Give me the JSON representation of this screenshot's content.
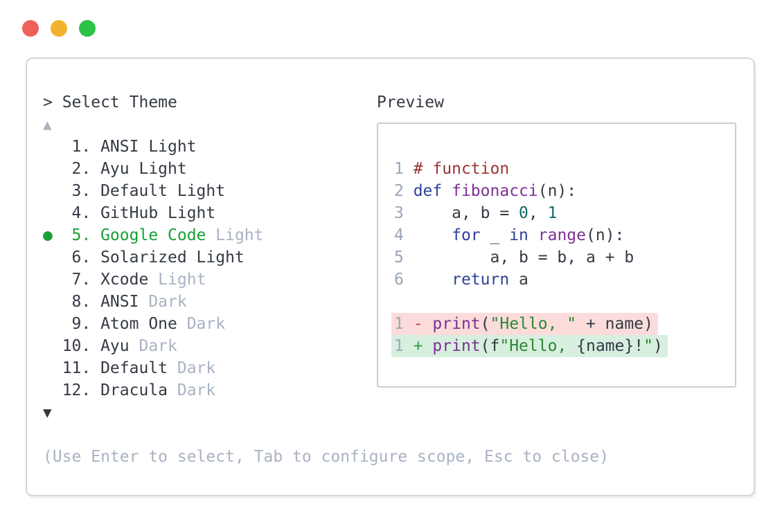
{
  "colors": {
    "traffic_red": "#f15f5b",
    "traffic_yellow": "#f2b22e",
    "traffic_green": "#2cc245",
    "window_border": "#d2d6de",
    "preview_border": "#c9ced6",
    "text_dark": "#343a44",
    "text_dim": "#a9b2c3",
    "line_number": "#9aa5ba",
    "selected_green": "#18a034",
    "syntax_keyword": "#2e4198",
    "syntax_function": "#7d3094",
    "syntax_comment": "#9c3434",
    "syntax_number": "#0f6b6b",
    "syntax_string": "#2d8535",
    "diff_minus": "#c43d38",
    "diff_plus": "#2f9e44",
    "diff_minus_bg": "#fbdcda",
    "diff_plus_bg": "#d7efde"
  },
  "picker": {
    "title": "> Select Theme",
    "scroll_up_icon": "▲",
    "scroll_down_icon": "▼",
    "items": [
      {
        "marker": "",
        "num": " 1. ",
        "base": "ANSI Light",
        "suffix": ""
      },
      {
        "marker": "",
        "num": " 2. ",
        "base": "Ayu Light",
        "suffix": ""
      },
      {
        "marker": "",
        "num": " 3. ",
        "base": "Default Light",
        "suffix": ""
      },
      {
        "marker": "",
        "num": " 4. ",
        "base": "GitHub Light",
        "suffix": ""
      },
      {
        "marker": "●",
        "num": " 5. ",
        "base": "Google Code",
        "suffix": " Light",
        "selected": true
      },
      {
        "marker": "",
        "num": " 6. ",
        "base": "Solarized Light",
        "suffix": ""
      },
      {
        "marker": "",
        "num": " 7. ",
        "base": "Xcode",
        "suffix": " Light"
      },
      {
        "marker": "",
        "num": " 8. ",
        "base": "ANSI",
        "suffix": " Dark"
      },
      {
        "marker": "",
        "num": " 9. ",
        "base": "Atom One",
        "suffix": " Dark"
      },
      {
        "marker": "",
        "num": "10. ",
        "base": "Ayu",
        "suffix": " Dark"
      },
      {
        "marker": "",
        "num": "11. ",
        "base": "Default",
        "suffix": " Dark"
      },
      {
        "marker": "",
        "num": "12. ",
        "base": "Dracula",
        "suffix": " Dark"
      }
    ],
    "help": "(Use Enter to select, Tab to configure scope, Esc to close)"
  },
  "preview": {
    "title": "Preview",
    "code_lines": [
      {
        "num": "1 ",
        "segs": [
          {
            "t": "# function",
            "c": "comment"
          }
        ]
      },
      {
        "num": "2 ",
        "segs": [
          {
            "t": "def",
            "c": "keyword"
          },
          {
            "t": " ",
            "c": "plain"
          },
          {
            "t": "fibonacci",
            "c": "function"
          },
          {
            "t": "(n):",
            "c": "plain"
          }
        ]
      },
      {
        "num": "3 ",
        "segs": [
          {
            "t": "    a, b = ",
            "c": "plain"
          },
          {
            "t": "0",
            "c": "number"
          },
          {
            "t": ", ",
            "c": "plain"
          },
          {
            "t": "1",
            "c": "number"
          }
        ]
      },
      {
        "num": "4 ",
        "segs": [
          {
            "t": "    ",
            "c": "plain"
          },
          {
            "t": "for",
            "c": "keyword"
          },
          {
            "t": " _ ",
            "c": "plain"
          },
          {
            "t": "in",
            "c": "keyword"
          },
          {
            "t": " ",
            "c": "plain"
          },
          {
            "t": "range",
            "c": "function"
          },
          {
            "t": "(n):",
            "c": "plain"
          }
        ]
      },
      {
        "num": "5 ",
        "segs": [
          {
            "t": "        a, b = b, a + b",
            "c": "plain"
          }
        ]
      },
      {
        "num": "6 ",
        "segs": [
          {
            "t": "    ",
            "c": "plain"
          },
          {
            "t": "return",
            "c": "keyword"
          },
          {
            "t": " a",
            "c": "plain"
          }
        ]
      }
    ],
    "diff_lines": [
      {
        "num": "1 ",
        "type": "removed",
        "segs": [
          {
            "t": "- ",
            "c": "minus"
          },
          {
            "t": "print",
            "c": "function"
          },
          {
            "t": "(",
            "c": "plain"
          },
          {
            "t": "\"Hello, \"",
            "c": "string"
          },
          {
            "t": " + name)",
            "c": "plain"
          }
        ]
      },
      {
        "num": "1 ",
        "type": "added",
        "segs": [
          {
            "t": "+ ",
            "c": "plus"
          },
          {
            "t": "print",
            "c": "function"
          },
          {
            "t": "(f",
            "c": "plain"
          },
          {
            "t": "\"Hello, ",
            "c": "string"
          },
          {
            "t": "{name}!",
            "c": "plain"
          },
          {
            "t": "\"",
            "c": "string"
          },
          {
            "t": ")",
            "c": "plain"
          }
        ]
      }
    ]
  }
}
